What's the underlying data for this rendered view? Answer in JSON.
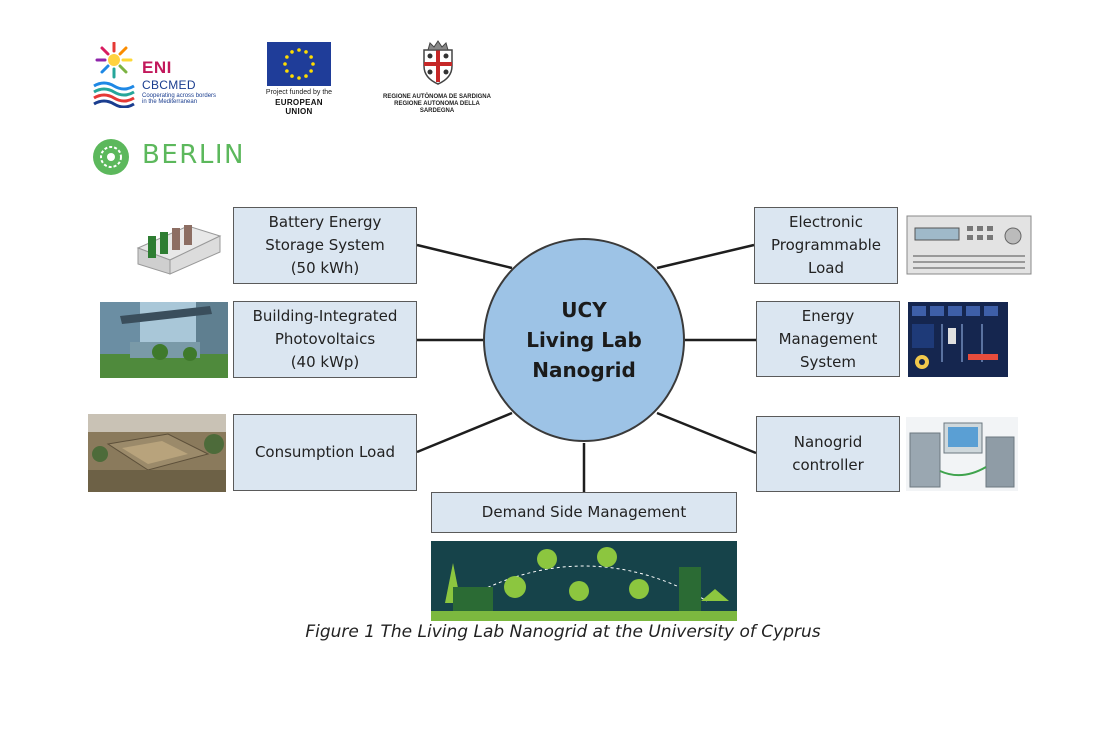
{
  "header": {
    "eni_logo": {
      "title": "ENI",
      "subtitle": "CBCMED",
      "tagline_1": "Cooperating across borders",
      "tagline_2": "in the Mediterranean"
    },
    "eu_logo": {
      "caption_1": "Project funded by the",
      "caption_2": "EUROPEAN UNION"
    },
    "sardegna_logo": {
      "caption_1": "REGIONE AUTÒNOMA DE SARDIGNA",
      "caption_2": "REGIONE AUTONOMA DELLA SARDEGNA"
    }
  },
  "project": {
    "name": "BERLIN"
  },
  "diagram": {
    "hub": {
      "label": "UCY\nLiving Lab\nNanogrid"
    },
    "nodes": {
      "battery": "Battery Energy\nStorage System\n(50 kWh)",
      "bipv": "Building-Integrated\nPhotovoltaics\n(40 kWp)",
      "consumption": "Consumption Load",
      "electronic_load": "Electronic\nProgrammable\nLoad",
      "ems": "Energy\nManagement\nSystem",
      "controller": "Nanogrid\ncontroller",
      "dsm": "Demand Side Management"
    }
  },
  "figure": {
    "caption": "Figure 1 The Living Lab Nanogrid at the University of Cyprus"
  },
  "colors": {
    "box_fill": "#dbe6f1",
    "hub_fill": "#9dc3e6",
    "accent_green": "#5cb85c"
  }
}
